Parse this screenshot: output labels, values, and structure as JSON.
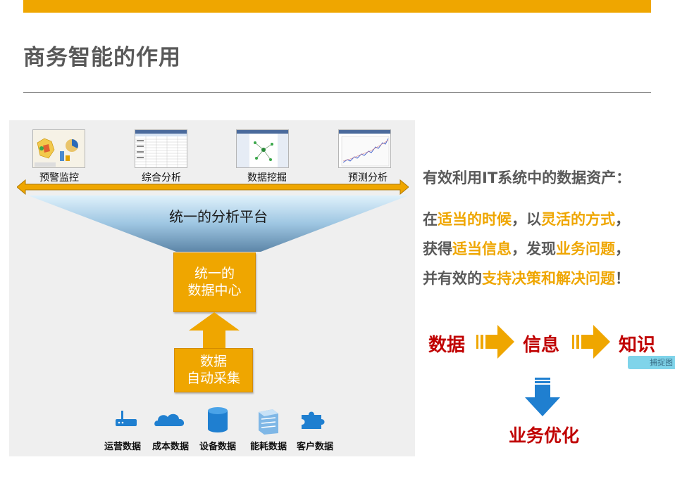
{
  "slide": {
    "title": "商务智能的作用",
    "accent_color": "#EFA600",
    "highlight_red": "#C00000"
  },
  "left_diagram": {
    "top_modules": [
      {
        "label": "预警监控",
        "icon": "dashboard-map-thumbnail"
      },
      {
        "label": "综合分析",
        "icon": "data-table-thumbnail"
      },
      {
        "label": "数据挖掘",
        "icon": "cluster-graph-thumbnail"
      },
      {
        "label": "预测分析",
        "icon": "trend-line-thumbnail"
      }
    ],
    "platform_label": "统一的分析平台",
    "data_center_label_line1": "统一的",
    "data_center_label_line2": "数据中心",
    "collection_label_line1": "数据",
    "collection_label_line2": "自动采集",
    "sources": [
      {
        "label": "运营数据",
        "icon": "router-icon"
      },
      {
        "label": "成本数据",
        "icon": "cloud-icon"
      },
      {
        "label": "设备数据",
        "icon": "database-icon"
      },
      {
        "label": "能耗数据",
        "icon": "server-icon"
      },
      {
        "label": "客户数据",
        "icon": "puzzle-icon"
      }
    ]
  },
  "right_text": {
    "heading": "有效利用IT系统中的数据资产：",
    "line1": {
      "p1": "在",
      "h1": "适当的时候",
      "p2": "，以",
      "h2": "灵活的方式",
      "p3": "，"
    },
    "line2": {
      "p1": "获得",
      "h1": "适当信息",
      "p2": "，发现",
      "h2": "业务问题",
      "p3": "，"
    },
    "line3": {
      "p1": "并有效的",
      "h1": "支持决策和解决问题",
      "p2": "！"
    }
  },
  "flow": {
    "step1": "数据",
    "step2": "信息",
    "step3": "知识",
    "result": "业务优化"
  },
  "capture_button": "捕捉图"
}
